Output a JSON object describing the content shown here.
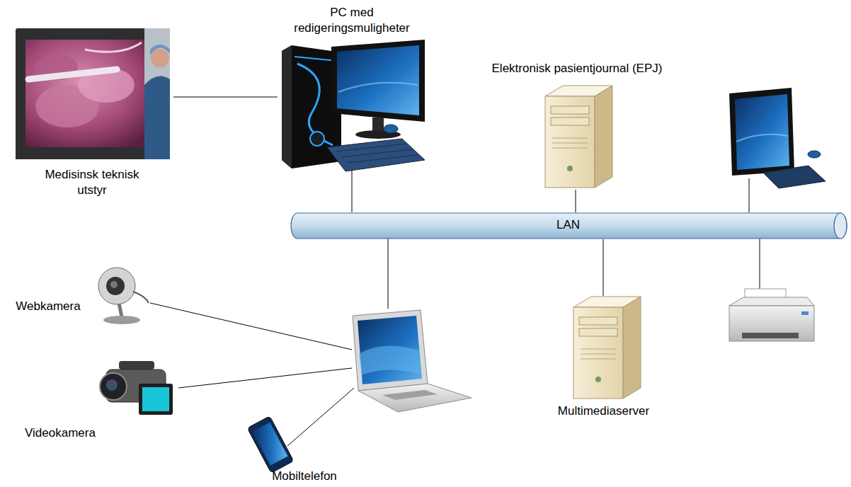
{
  "diagram": {
    "nodes": [
      {
        "text": [
          "Medisinsk teknisk utstyr"
        ]
      },
      {
        "text": [
          "PC med redigeringsmuligheter"
        ]
      },
      {
        "text": [
          "Elektronisk pasientjournal (EPJ)"
        ]
      },
      {
        "text": [
          "LAN"
        ]
      },
      {
        "text": [
          "Webkamera"
        ]
      },
      {
        "text": [
          "Videokamera"
        ]
      },
      {
        "text": [
          "Multimediaserver"
        ]
      },
      {
        "text": [
          "Mobiltelefon"
        ]
      }
    ],
    "edges": [
      {
        "from": 0,
        "to": 1,
        "arrow": "none"
      },
      {
        "from": 1,
        "to": 3,
        "arrow": "none"
      },
      {
        "from": 2,
        "to": 3,
        "arrow": "none"
      },
      {
        "from": 6,
        "to": 3,
        "arrow": "none"
      }
    ]
  }
}
